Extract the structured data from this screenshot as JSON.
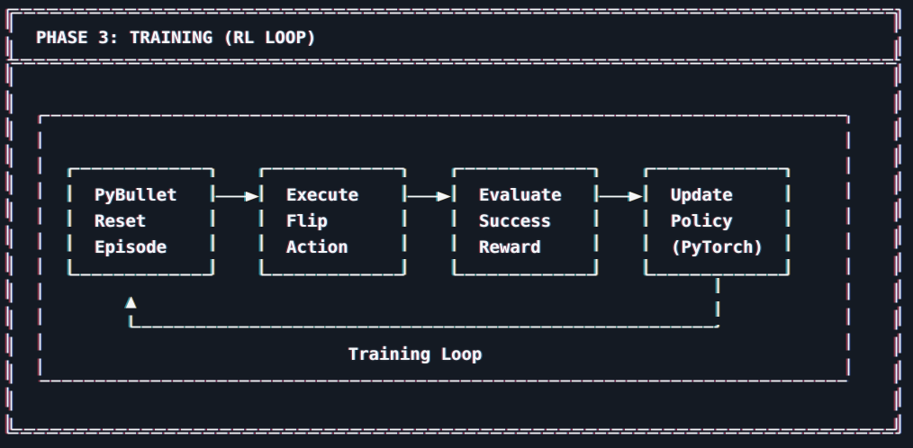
{
  "window": {
    "title": "PHASE 3: TRAINING (RL LOOP)"
  },
  "flow": {
    "boxes": [
      {
        "lines": [
          "PyBullet",
          "Reset",
          "Episode"
        ]
      },
      {
        "lines": [
          "Execute",
          "Flip",
          "Action"
        ]
      },
      {
        "lines": [
          "Evaluate",
          "Success",
          "Reward"
        ]
      },
      {
        "lines": [
          "Update",
          "Policy",
          "(PyTorch)"
        ]
      }
    ],
    "loop_label": "Training Loop"
  },
  "icons": [
    "arrow-right-icon",
    "arrow-right-icon",
    "arrow-right-icon",
    "arrow-up-icon"
  ],
  "colors": {
    "bg": "#141a23",
    "line": "#f4f6f8",
    "text": "#f4f6f8",
    "fringe-red": "#ff4659",
    "fringe-blue": "#4678ff",
    "fringe-cyan": "#3cd8ff",
    "fringe-yellow": "#ffc850"
  }
}
